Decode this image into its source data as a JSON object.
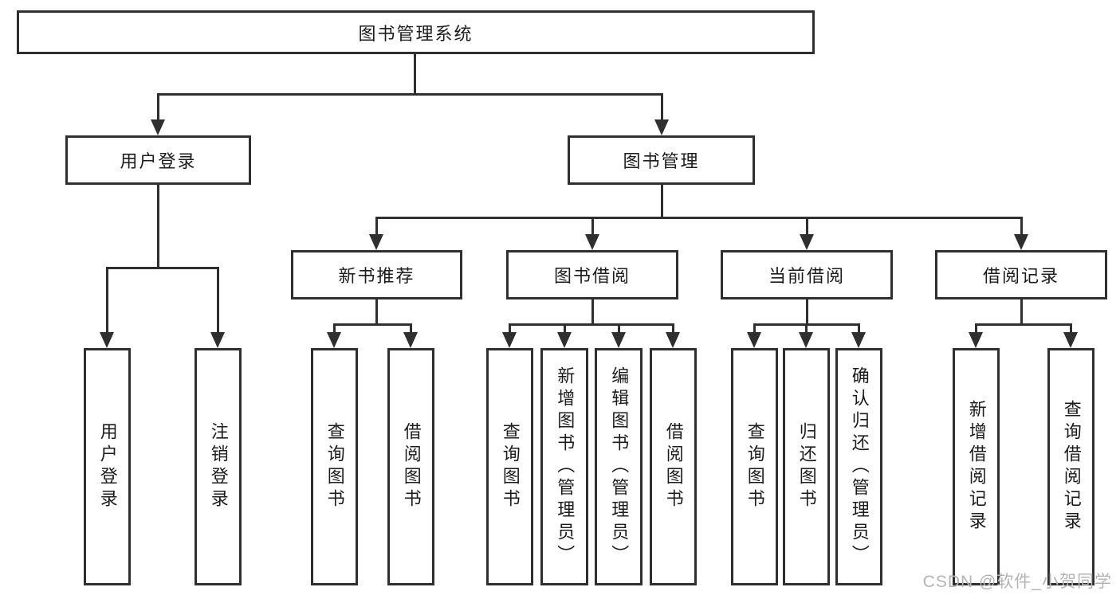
{
  "diagram": {
    "root": {
      "label": "图书管理系统"
    },
    "user_login": {
      "label": "用户登录",
      "children": [
        {
          "label": "用户登录"
        },
        {
          "label": "注销登录"
        }
      ]
    },
    "book_mgmt": {
      "label": "图书管理",
      "sections": {
        "new_book": {
          "label": "新书推荐",
          "children": [
            {
              "label": "查询图书"
            },
            {
              "label": "借阅图书"
            }
          ]
        },
        "book_borrow": {
          "label": "图书借阅",
          "children": [
            {
              "label": "查询图书"
            },
            {
              "label": "新增图书（管理员）"
            },
            {
              "label": "编辑图书（管理员）"
            },
            {
              "label": "借阅图书"
            }
          ]
        },
        "current_borrow": {
          "label": "当前借阅",
          "children": [
            {
              "label": "查询图书"
            },
            {
              "label": "归还图书"
            },
            {
              "label": "确认归还（管理员）"
            }
          ]
        },
        "borrow_records": {
          "label": "借阅记录",
          "children": [
            {
              "label": "新增借阅记录"
            },
            {
              "label": "查询借阅记录"
            }
          ]
        }
      }
    }
  },
  "watermark": {
    "text": "CSDN @软件_小贺同学"
  },
  "colors": {
    "line": "#2f2f2f",
    "text": "#1c1c1e",
    "watermark": "#b4b4b4",
    "background": "#ffffff"
  }
}
